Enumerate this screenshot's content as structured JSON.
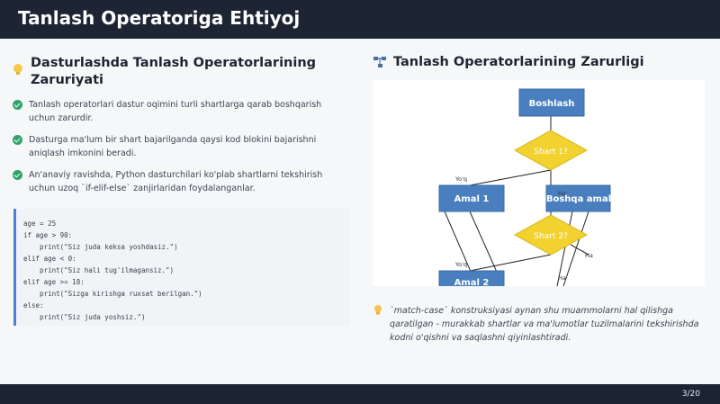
{
  "header": {
    "title": "Tanlash Operatoriga Ehtiyoj"
  },
  "left": {
    "heading": "Dasturlashda Tanlash Operatorlarining Zaruriyati",
    "bullets": [
      "Tanlash operatorlari dastur oqimini turli shartlarga qarab boshqarish uchun zarurdir.",
      "Dasturga ma'lum bir shart bajarilganda qaysi kod blokini bajarishni aniqlash imkonini beradi.",
      "An'anaviy ravishda, Python dasturchilari ko'plab shartlarni tekshirish uchun uzoq `if-elif-else` zanjirlaridan foydalanganlar."
    ],
    "code_lines": [
      "age = 25",
      "if age > 90:",
      "    print(\"Siz juda keksa yoshdasiz.\")",
      "elif age < 0:",
      "    print(\"Siz hali tug'ilmagansiz.\")",
      "elif age >= 18:",
      "    print(\"Sizga kirishga ruxsat berilgan.\")",
      "else:",
      "    print(\"Siz juda yoshsiz.\")"
    ]
  },
  "right": {
    "heading": "Tanlash Operatorlarining Zarurligi",
    "tip": "`match-case` konstruksiyasi aynan shu muammolarni hal qilishga qaratilgan - murakkab shartlar va ma'lumotlar tuzilmalarini tekshirishda kodni o'qishni va saqlashni qiyinlashtiradi."
  },
  "flowchart": {
    "start": "Boshlash",
    "cond1": "Shart 1?",
    "action1": "Amal 1",
    "other": "Boshqa amal",
    "cond2": "Shart 2?",
    "action2": "Amal 2",
    "yes1": "Yo'q",
    "yes2": "Yo'q",
    "ha1": "Ha",
    "ha2": "Ha",
    "ha3": "Ha"
  },
  "footer": {
    "page": "3/20"
  },
  "colors": {
    "header_bg": "#1d2534",
    "accent_blue": "#4a7fbf",
    "decision_yellow": "#f2d22e",
    "check_green": "#2fa36b"
  }
}
